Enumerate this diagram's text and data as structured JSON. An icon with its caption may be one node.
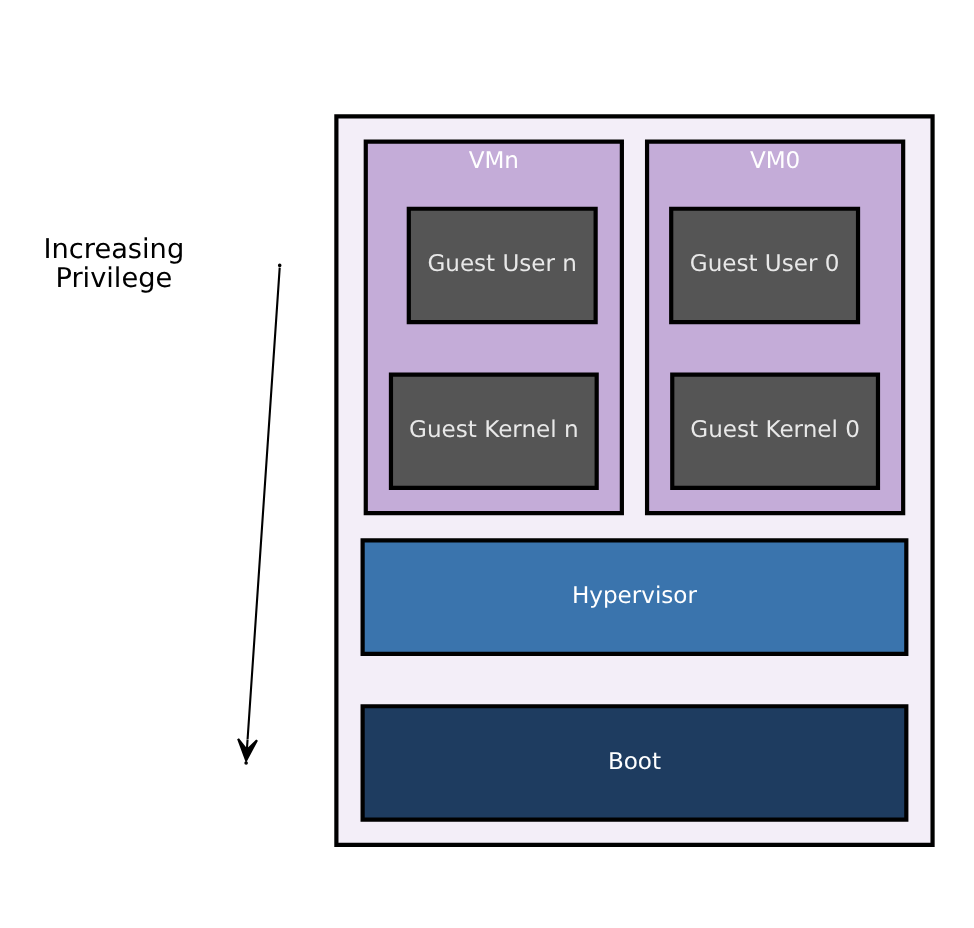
{
  "diagram": {
    "nodes": [
      {
        "text": [],
        "shape": "box"
      },
      {
        "text": [
          "VM0"
        ],
        "in": 0
      },
      {
        "text": [
          "Guest User 0"
        ],
        "in": 1
      },
      {
        "text": [
          "Guest Kernel 0"
        ],
        "in": 1
      },
      {
        "text": [
          "VMn"
        ],
        "in": 0
      },
      {
        "text": [
          "Guest User n"
        ],
        "in": 4
      },
      {
        "text": [
          "Guest Kernel n"
        ],
        "in": 4
      },
      {
        "text": [
          "Hypervisor"
        ],
        "in": 0
      },
      {
        "text": [
          "Boot"
        ],
        "in": 0
      }
    ],
    "edges": [],
    "labels": [
      "Increasing Privilege"
    ]
  }
}
